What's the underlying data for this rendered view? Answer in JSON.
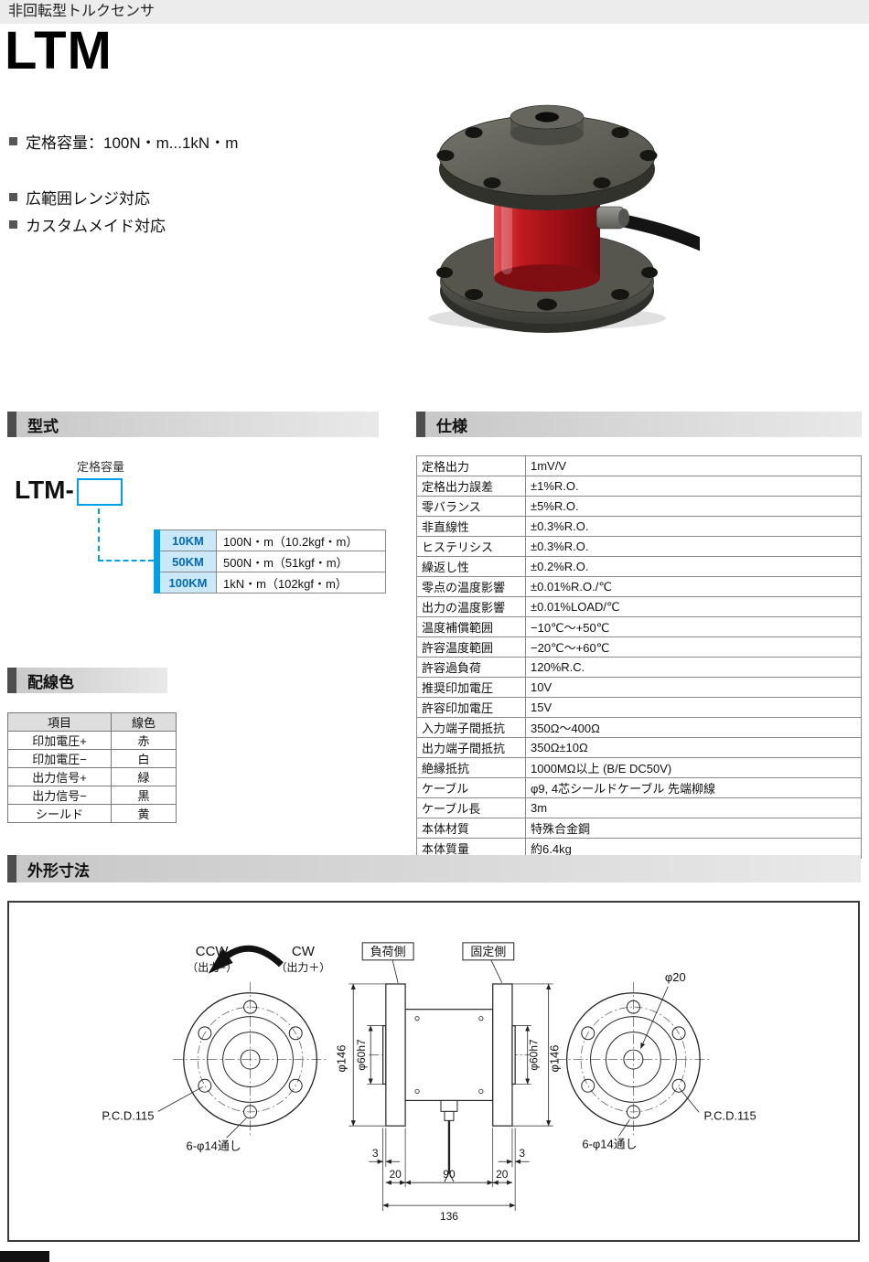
{
  "colors": {
    "accent_blue": "#00a0e9",
    "section_accent": "#4d4d4d",
    "body_red": "#b5121b"
  },
  "header": {
    "category": "非回転型トルクセンサ",
    "product_name": "LTM",
    "features": [
      "定格容量：100N・m...1kN・m",
      "広範囲レンジ対応",
      "カスタムメイド対応"
    ]
  },
  "model_section": {
    "title": "型式",
    "capacity_label": "定格容量",
    "prefix": "LTM-",
    "options": [
      {
        "code": "10KM",
        "value": "100N・m（10.2kgf・m）"
      },
      {
        "code": "50KM",
        "value": "500N・m（51kgf・m）"
      },
      {
        "code": "100KM",
        "value": "1kN・m（102kgf・m）"
      }
    ]
  },
  "spec_section": {
    "title": "仕様",
    "rows": [
      [
        "定格出力",
        "1mV/V"
      ],
      [
        "定格出力誤差",
        "±1%R.O."
      ],
      [
        "零バランス",
        "±5%R.O."
      ],
      [
        "非直線性",
        "±0.3%R.O."
      ],
      [
        "ヒステリシス",
        "±0.3%R.O."
      ],
      [
        "繰返し性",
        "±0.2%R.O."
      ],
      [
        "零点の温度影響",
        "±0.01%R.O./℃"
      ],
      [
        "出力の温度影響",
        "±0.01%LOAD/℃"
      ],
      [
        "温度補償範囲",
        "−10℃〜+50℃"
      ],
      [
        "許容温度範囲",
        "−20℃〜+60℃"
      ],
      [
        "許容過負荷",
        "120%R.C."
      ],
      [
        "推奨印加電圧",
        "10V"
      ],
      [
        "許容印加電圧",
        "15V"
      ],
      [
        "入力端子間抵抗",
        "350Ω〜400Ω"
      ],
      [
        "出力端子間抵抗",
        "350Ω±10Ω"
      ],
      [
        "絶縁抵抗",
        "1000MΩ以上 (B/E DC50V)"
      ],
      [
        "ケーブル",
        "φ9, 4芯シールドケーブル 先端柳線"
      ],
      [
        "ケーブル長",
        "3m"
      ],
      [
        "本体材質",
        "特殊合金鋼"
      ],
      [
        "本体質量",
        "約6.4kg"
      ]
    ]
  },
  "wiring_section": {
    "title": "配線色",
    "headers": [
      "項目",
      "線色"
    ],
    "rows": [
      [
        "印加電圧+",
        "赤"
      ],
      [
        "印加電圧−",
        "白"
      ],
      [
        "出力信号+",
        "緑"
      ],
      [
        "出力信号−",
        "黒"
      ],
      [
        "シールド",
        "黄"
      ]
    ]
  },
  "dimensions_section": {
    "title": "外形寸法",
    "left_view": {
      "ccw_label": "CCW",
      "ccw_sub": "（出力−）",
      "cw_label": "CW",
      "cw_sub": "（出力＋）",
      "pcd": "P.C.D.115",
      "holes": "6-φ14通し"
    },
    "side_view": {
      "load_side": "負荷側",
      "fixed_side": "固定側",
      "dia_outer_left": "φ146",
      "dia_hub_left": "φ60h7",
      "dia_hub_right": "φ60h7",
      "dia_outer_right": "φ146",
      "dim_3_left": "3",
      "dim_20_left": "20",
      "dim_90": "90",
      "dim_20_right": "20",
      "dim_3_right": "3",
      "dim_136": "136"
    },
    "right_view": {
      "center_hole": "φ20",
      "pcd": "P.C.D.115",
      "holes": "6-φ14通し"
    }
  }
}
